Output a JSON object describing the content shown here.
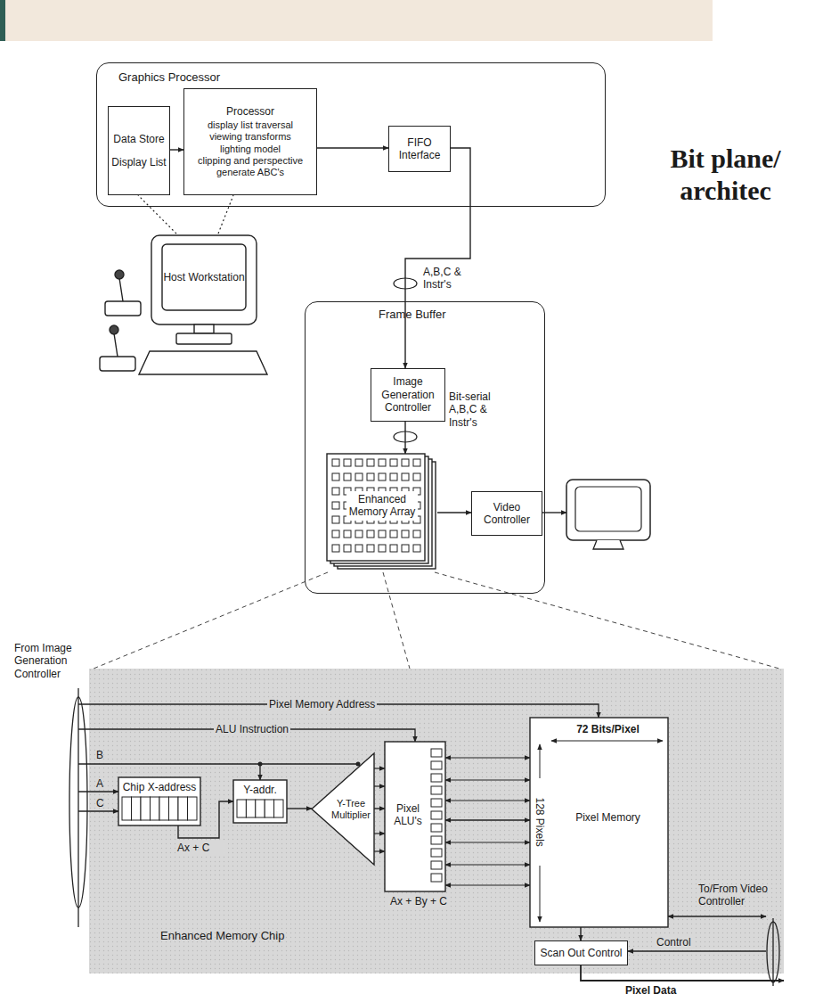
{
  "diagram": {
    "title": "Bit plane/ architec",
    "nodes": [
      {
        "text": [
          "Graphics Processor"
        ]
      },
      {
        "text": [
          "Data Store",
          "Display List"
        ],
        "in": 0
      },
      {
        "text": [
          "Processor",
          "display list traversal",
          "viewing transforms",
          "lighting model",
          "clipping and perspective",
          "generate ABC's"
        ],
        "in": 0
      },
      {
        "text": [
          "FIFO Interface"
        ],
        "in": 0
      },
      {
        "text": [
          "Host Workstation"
        ]
      },
      {
        "text": [
          "Frame Buffer"
        ]
      },
      {
        "text": [
          "Image Generation Controller"
        ],
        "in": 5
      },
      {
        "text": [
          "Enhanced Memory Array"
        ],
        "in": 5
      },
      {
        "text": [
          "Video Controller"
        ],
        "in": 5
      },
      {
        "text": [
          "Enhanced Memory Chip"
        ]
      },
      {
        "text": [
          "Chip X-address"
        ],
        "in": 9
      },
      {
        "text": [
          "Y-addr."
        ],
        "in": 9
      },
      {
        "text": [
          "Y-Tree Multiplier"
        ],
        "in": 9
      },
      {
        "text": [
          "Pixel ALU's"
        ],
        "in": 9
      },
      {
        "text": [
          "72 Bits/Pixel",
          "Pixel Memory",
          "128 Pixels"
        ],
        "in": 9
      },
      {
        "text": [
          "Scan Out Control"
        ],
        "in": 9
      }
    ],
    "edges": [
      {
        "from": 1,
        "to": 2,
        "arrow": "to"
      },
      {
        "from": 2,
        "to": 3,
        "arrow": "to"
      },
      {
        "from": 3,
        "to": 6,
        "arrow": "to",
        "label": "A,B,C & Instr's"
      },
      {
        "from": 6,
        "to": 7,
        "arrow": "to",
        "label": "Bit-serial A,B,C & Instr's"
      },
      {
        "from": 7,
        "to": 8,
        "arrow": "to"
      },
      {
        "from": 4,
        "to": 1,
        "arrow": "none"
      },
      {
        "from": 4,
        "to": 2,
        "arrow": "none"
      },
      {
        "from": 10,
        "to": 11,
        "arrow": "to",
        "label": "Ax + C"
      },
      {
        "from": 11,
        "to": 12,
        "arrow": "to"
      },
      {
        "from": 12,
        "to": 13,
        "arrow": "to"
      },
      {
        "from": 13,
        "to": 14,
        "arrow": "both"
      },
      {
        "from": 14,
        "to": 15,
        "arrow": "to"
      }
    ],
    "labels": [
      "From Image Generation Controller",
      "Pixel Memory Address",
      "ALU Instruction",
      "B",
      "A",
      "C",
      "Ax + By + C",
      "To/From Video Controller",
      "Control",
      "Pixel Data"
    ]
  }
}
